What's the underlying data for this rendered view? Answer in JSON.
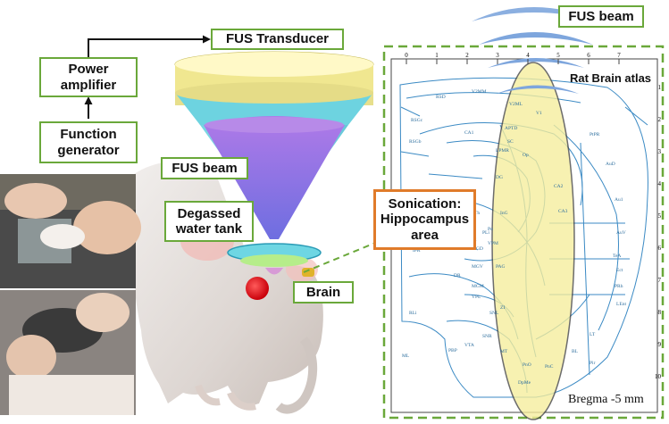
{
  "labels": {
    "transducer": "FUS Transducer",
    "power_amplifier": "Power amplifier",
    "function_generator": "Function generator",
    "fus_beam_left": "FUS beam",
    "water_tank": "Degassed water tank",
    "brain": "Brain",
    "sonication": "Sonication: Hippocampus area",
    "fus_beam_right": "FUS beam",
    "atlas_title": "Rat Brain atlas",
    "bregma": "Bregma -5 mm"
  },
  "atlas": {
    "top_ticks": [
      "0",
      "1",
      "2",
      "3",
      "4",
      "5",
      "6",
      "7"
    ],
    "side_ticks": [
      "1",
      "2",
      "3",
      "4",
      "5",
      "6",
      "7",
      "8",
      "9",
      "10"
    ],
    "regions": [
      "RSD",
      "V2MM",
      "V2ML",
      "RSGc",
      "RSGb",
      "V1",
      "PtPR",
      "AuD",
      "Au1",
      "AuV",
      "TeA",
      "Ect",
      "PRh",
      "LEnt",
      "CA1",
      "CA2",
      "CA3",
      "DG",
      "MGD",
      "MGV",
      "MGM",
      "SNR",
      "SNL",
      "VTA",
      "PBP",
      "APTD",
      "LPMR",
      "SC",
      "Op",
      "InG",
      "DLG",
      "Po",
      "VPM",
      "VPL",
      "ZI",
      "LT",
      "BL",
      "Pir",
      "ML",
      "RLi",
      "IPR",
      "PnO",
      "PnC",
      "STh",
      "MT",
      "DpMe",
      "PAG",
      "DR",
      "PLi",
      "LPLC",
      "APT"
    ]
  },
  "colors": {
    "box_border": "#6aa83a",
    "callout_border": "#e07b2a",
    "atlas_line": "#3b8ac4",
    "ellipse_fill": "#f6ee9c",
    "beam_blue": "#7ea6dd",
    "transducer_top": "#fff7b8",
    "cone_cyan": "#7fe0e8",
    "cone_purple": "#b27ee6",
    "focus_red": "#e6141a"
  }
}
